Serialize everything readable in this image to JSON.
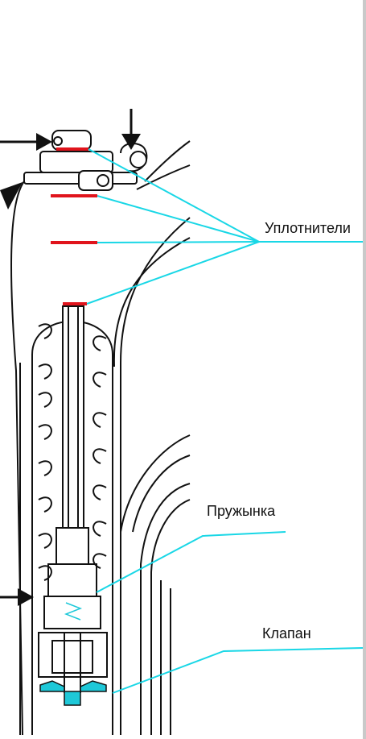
{
  "labels": {
    "seals": "Уплотнители",
    "spring": "Пружынка",
    "valve": "Клапан"
  },
  "colors": {
    "outline": "#111111",
    "leader": "#19d7e6",
    "seal": "#e0141c",
    "valve_part": "#1ec8d8",
    "edge_bar": "#c9c9c9"
  }
}
